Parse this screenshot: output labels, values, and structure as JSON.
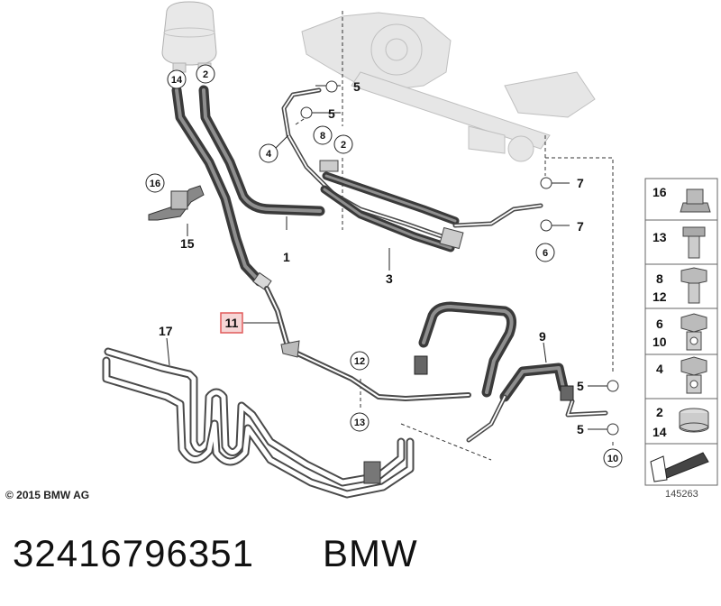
{
  "callouts": {
    "c1": "1",
    "c2": "2",
    "c3": "3",
    "c4": "4",
    "c5": "5",
    "c6": "6",
    "c7": "7",
    "c8": "8",
    "c9": "9",
    "c10": "10",
    "c11": "11",
    "c12": "12",
    "c13": "13",
    "c14": "14",
    "c15": "15",
    "c16": "16",
    "c17": "17"
  },
  "legend": {
    "r1": "16",
    "r2": "13",
    "r3a": "8",
    "r3b": "12",
    "r4a": "6",
    "r4b": "10",
    "r5": "4",
    "r6a": "2",
    "r6b": "14"
  },
  "copyright": "© 2015 BMW AG",
  "diagram_ref": "145263",
  "part_number": "32416796351",
  "brand": "BMW",
  "colors": {
    "highlight_box": "#e05a5a",
    "highlight_fill": "#f6d6d6",
    "hose": "#3a3a3a"
  }
}
